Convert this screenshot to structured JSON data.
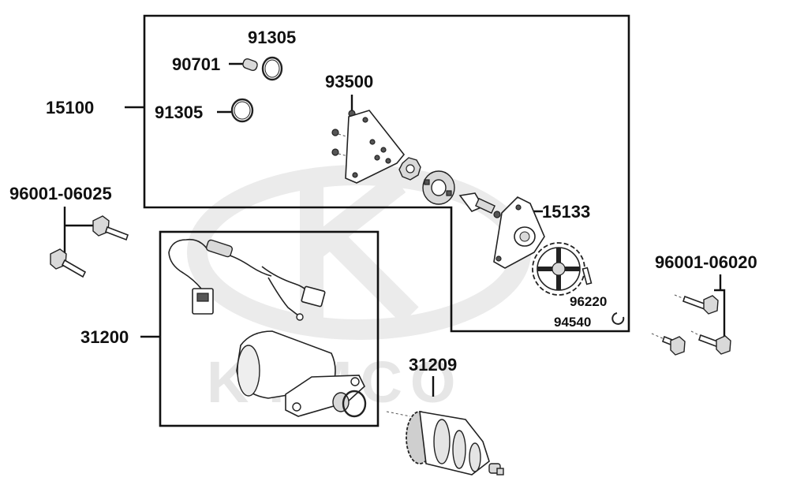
{
  "watermark": {
    "text": "KYMCO"
  },
  "labels": {
    "p15100": "15100",
    "p91305a": "91305",
    "p90701": "90701",
    "p91305b": "91305",
    "p93500": "93500",
    "p15133": "15133",
    "p96220": "96220",
    "p94540": "94540",
    "p96001_06025": "96001-06025",
    "p96001_06020": "96001-06020",
    "p31200": "31200",
    "p31209": "31209"
  }
}
